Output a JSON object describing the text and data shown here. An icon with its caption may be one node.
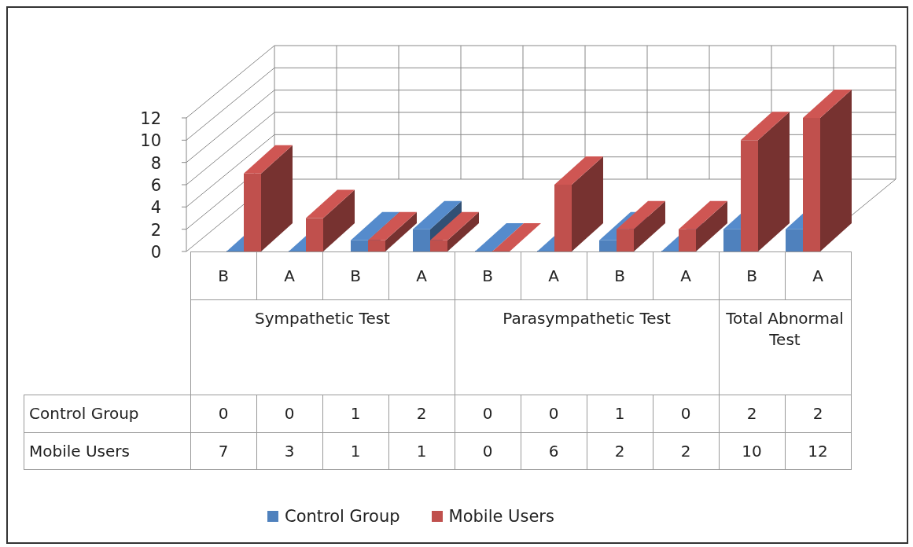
{
  "diagram": {
    "labels": [
      "Sympathetic Test",
      "Parasympathetic Test",
      "Total Abnormal Test",
      "0",
      "0",
      "1",
      "2",
      "0",
      "0",
      "1",
      "0",
      "2",
      "2",
      "7",
      "3",
      "1",
      "1",
      "0",
      "6",
      "2",
      "2",
      "10",
      "12"
    ],
    "chart_data": {
      "legend": "bottom",
      "type": "bar",
      "categories": [
        "B",
        "A",
        "B",
        "A",
        "B",
        "A",
        "B",
        "A",
        "B",
        "A"
      ],
      "series": [
        {
          "name": "Control Group",
          "color": "#4f81bd",
          "values": [
            0,
            0,
            1,
            2,
            0,
            0,
            1,
            0,
            2,
            2
          ]
        },
        {
          "name": "Mobile Users",
          "color": "#c0504d",
          "values": [
            7,
            3,
            1,
            1,
            0,
            6,
            2,
            2,
            10,
            12
          ]
        }
      ],
      "ylim": [
        0,
        12
      ],
      "yticks": [
        0,
        2,
        4,
        6,
        8,
        10,
        12
      ]
    }
  }
}
